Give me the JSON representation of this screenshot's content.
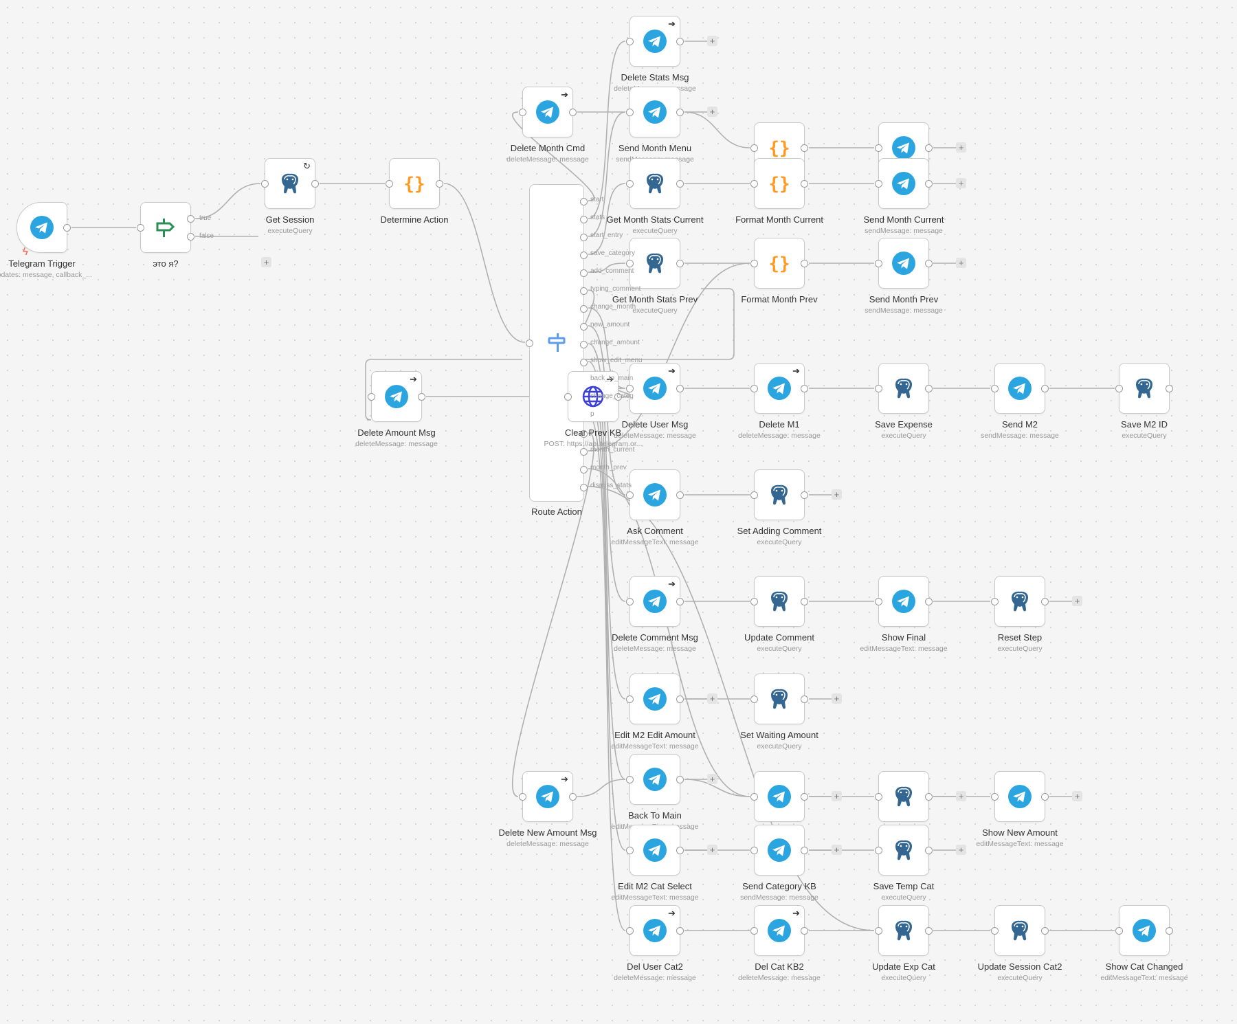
{
  "workflow": {
    "nodes": [
      {
        "id": "trigger",
        "kind": "telegram",
        "title": "Telegram Trigger",
        "subtitle": "Updates: message, callback_...",
        "badge": "",
        "trigger": true
      },
      {
        "id": "eto",
        "kind": "if",
        "title": "это я?",
        "subtitle": "",
        "badge": ""
      },
      {
        "id": "get-session",
        "kind": "postgres",
        "title": "Get Session",
        "subtitle": "executeQuery",
        "badge": "↻"
      },
      {
        "id": "determine",
        "kind": "code",
        "title": "Determine Action",
        "subtitle": "",
        "badge": ""
      },
      {
        "id": "del-amount",
        "kind": "telegram",
        "title": "Delete Amount Msg",
        "subtitle": "deleteMessage: message",
        "badge": "➔"
      },
      {
        "id": "del-month-cmd",
        "kind": "telegram",
        "title": "Delete Month Cmd",
        "subtitle": "deleteMessage: message",
        "badge": "➔"
      },
      {
        "id": "del-new-amount",
        "kind": "telegram",
        "title": "Delete New Amount Msg",
        "subtitle": "deleteMessage: message",
        "badge": "➔"
      },
      {
        "id": "delete-stats-msg",
        "kind": "telegram",
        "title": "Delete Stats Msg",
        "subtitle": "deleteMessage: message",
        "badge": "➔"
      },
      {
        "id": "send-month-menu",
        "kind": "telegram",
        "title": "Send Month Menu",
        "subtitle": "sendMessage: message",
        "badge": ""
      },
      {
        "id": "get-month-current",
        "kind": "postgres",
        "title": "Get Month Stats Current",
        "subtitle": "executeQuery",
        "badge": ""
      },
      {
        "id": "get-month-prev",
        "kind": "postgres",
        "title": "Get Month Stats Prev",
        "subtitle": "executeQuery",
        "badge": ""
      },
      {
        "id": "clear-prev-kb",
        "kind": "http",
        "title": "Clear Prev KB",
        "subtitle": "POST: https://api.telegram.or...",
        "badge": "➔"
      },
      {
        "id": "del-user-msg",
        "kind": "telegram",
        "title": "Delete User Msg",
        "subtitle": "deleteMessage: message",
        "badge": "➔"
      },
      {
        "id": "ask-comment",
        "kind": "telegram",
        "title": "Ask Comment",
        "subtitle": "editMessageText: message",
        "badge": ""
      },
      {
        "id": "del-comment-msg",
        "kind": "telegram",
        "title": "Delete Comment Msg",
        "subtitle": "deleteMessage: message",
        "badge": "➔"
      },
      {
        "id": "edit-amount",
        "kind": "telegram",
        "title": "Edit M2 Edit Amount",
        "subtitle": "editMessageText: message",
        "badge": ""
      },
      {
        "id": "back-to-main",
        "kind": "telegram",
        "title": "Back To Main",
        "subtitle": "editMessageText: message",
        "badge": ""
      },
      {
        "id": "edit-m2-cat",
        "kind": "telegram",
        "title": "Edit M2 Cat Select",
        "subtitle": "editMessageText: message",
        "badge": ""
      },
      {
        "id": "del-user-cat2",
        "kind": "telegram",
        "title": "Del User Cat2",
        "subtitle": "deleteMessage: message",
        "badge": "➔"
      },
      {
        "id": "format-menu",
        "kind": "code",
        "title": "",
        "subtitle": "",
        "badge": ""
      },
      {
        "id": "format-current",
        "kind": "code",
        "title": "Format Month Current",
        "subtitle": "",
        "badge": ""
      },
      {
        "id": "format-prev",
        "kind": "code",
        "title": "Format Month Prev",
        "subtitle": "",
        "badge": ""
      },
      {
        "id": "del-m1",
        "kind": "telegram",
        "title": "Delete M1",
        "subtitle": "deleteMessage: message",
        "badge": "➔"
      },
      {
        "id": "set-adding-comment",
        "kind": "postgres",
        "title": "Set Adding Comment",
        "subtitle": "executeQuery",
        "badge": ""
      },
      {
        "id": "update-comment",
        "kind": "postgres",
        "title": "Update Comment",
        "subtitle": "executeQuery",
        "badge": ""
      },
      {
        "id": "set-waiting-amount",
        "kind": "postgres",
        "title": "Set Waiting Amount",
        "subtitle": "executeQuery",
        "badge": ""
      },
      {
        "id": "show-main",
        "kind": "telegram",
        "title": "",
        "subtitle": "",
        "badge": ""
      },
      {
        "id": "send-category-kb",
        "kind": "telegram",
        "title": "Send Category KB",
        "subtitle": "sendMessage: message",
        "badge": ""
      },
      {
        "id": "del-cat-kb2",
        "kind": "telegram",
        "title": "Del Cat KB2",
        "subtitle": "deleteMessage: message",
        "badge": "➔"
      },
      {
        "id": "send-month-1",
        "kind": "telegram",
        "title": "",
        "subtitle": "",
        "badge": ""
      },
      {
        "id": "send-month-current",
        "kind": "telegram",
        "title": "Send Month Current",
        "subtitle": "sendMessage: message",
        "badge": ""
      },
      {
        "id": "send-month-prev",
        "kind": "telegram",
        "title": "Send Month Prev",
        "subtitle": "sendMessage: message",
        "badge": ""
      },
      {
        "id": "save-expense",
        "kind": "postgres",
        "title": "Save Expense",
        "subtitle": "executeQuery",
        "badge": ""
      },
      {
        "id": "show-final",
        "kind": "telegram",
        "title": "Show Final",
        "subtitle": "editMessageText: message",
        "badge": ""
      },
      {
        "id": "update-amount",
        "kind": "postgres",
        "title": "",
        "subtitle": "",
        "badge": ""
      },
      {
        "id": "save-temp-cat",
        "kind": "postgres",
        "title": "Save Temp Cat",
        "subtitle": "executeQuery",
        "badge": ""
      },
      {
        "id": "update-exp-cat",
        "kind": "postgres",
        "title": "Update Exp Cat",
        "subtitle": "executeQuery",
        "badge": ""
      },
      {
        "id": "send-m2",
        "kind": "telegram",
        "title": "Send M2",
        "subtitle": "sendMessage: message",
        "badge": ""
      },
      {
        "id": "reset-step",
        "kind": "postgres",
        "title": "Reset Step",
        "subtitle": "executeQuery",
        "badge": ""
      },
      {
        "id": "show-new-amount",
        "kind": "telegram",
        "title": "Show New Amount",
        "subtitle": "editMessageText: message",
        "badge": ""
      },
      {
        "id": "update-session-cat2",
        "kind": "postgres",
        "title": "Update Session Cat2",
        "subtitle": "executeQuery",
        "badge": ""
      },
      {
        "id": "save-m2-id",
        "kind": "postgres",
        "title": "Save M2 ID",
        "subtitle": "executeQuery",
        "badge": ""
      },
      {
        "id": "show-cat-changed",
        "kind": "telegram",
        "title": "Show Cat Changed",
        "subtitle": "editMessageText: message",
        "badge": ""
      }
    ],
    "router": {
      "title": "Route Action",
      "outputs": [
        "start",
        "stats",
        "start_entry",
        "save_category",
        "add_comment",
        "typing_comment",
        "change_month",
        "new_amount",
        "change_amount",
        "show_edit_menu",
        "back_to_main",
        "change_categ",
        "p",
        "s",
        "month_current",
        "month_prev",
        "dismiss_stats"
      ]
    },
    "if_outputs": [
      "true",
      "false"
    ],
    "plus": "+",
    "trigger_bolt": "ϟ"
  }
}
